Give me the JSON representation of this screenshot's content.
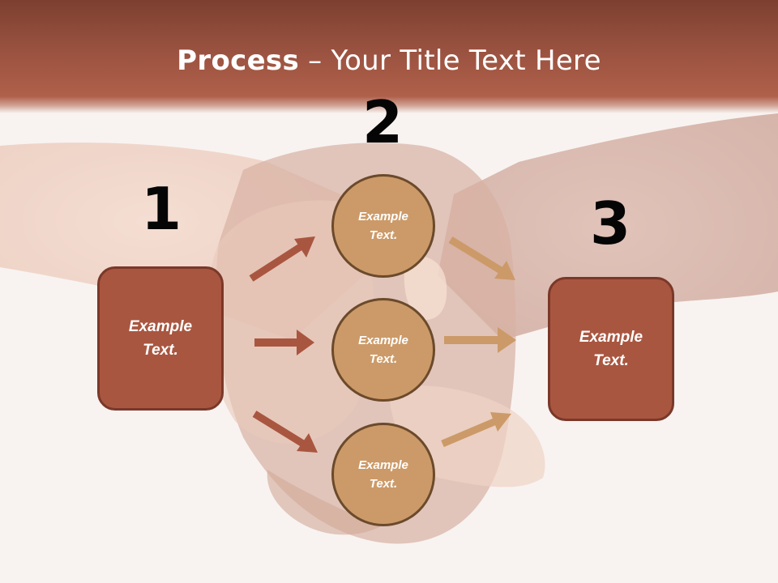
{
  "title": {
    "bold": "Process",
    "rest": " – Your Title Text Here"
  },
  "steps": {
    "n1": "1",
    "n2": "2",
    "n3": "3"
  },
  "nodes": {
    "left_box": "Example\nText.",
    "circle_top": "Example\nText.",
    "circle_middle": "Example\nText.",
    "circle_bottom": "Example\nText.",
    "right_box": "Example\nText."
  },
  "colors": {
    "title_bar": "#9a5240",
    "box_fill": "#a95640",
    "circle_fill": "#cc9a68",
    "arrow_left": "#a95640",
    "arrow_right": "#cc9a68"
  }
}
